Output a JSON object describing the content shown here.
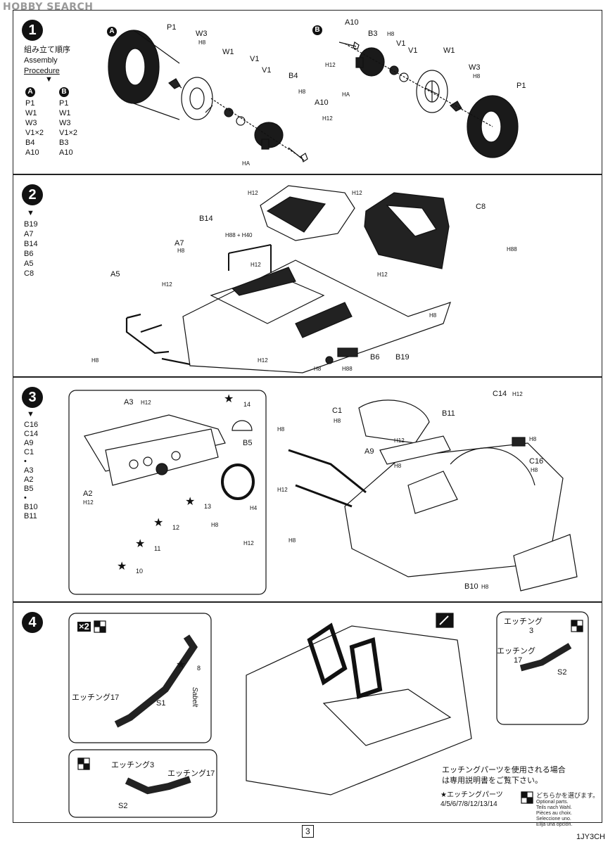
{
  "watermark": "HOBBY SEARCH",
  "step1": {
    "number": "1",
    "sequence_title_jp": "組み立て順序",
    "sequence_title_en1": "Assembly",
    "sequence_title_en2": "Procedure",
    "col_a": [
      "P1",
      "W1",
      "W3",
      "V1×2",
      "B4",
      "A10"
    ],
    "col_b": [
      "P1",
      "W1",
      "W3",
      "V1×2",
      "B3",
      "A10"
    ],
    "badge_a": "A",
    "badge_b": "B",
    "labels": [
      "P1",
      "W3",
      "W1",
      "V1",
      "V1",
      "B4",
      "A10",
      "A10",
      "B3",
      "V1",
      "V1",
      "W1",
      "W3",
      "P1"
    ],
    "tags": [
      "H8",
      "H8",
      "H12",
      "HA",
      "H12",
      "H8",
      "HA",
      "H8"
    ]
  },
  "step2": {
    "number": "2",
    "sequence": [
      "B19",
      "A7",
      "B14",
      "B6",
      "A5",
      "C8"
    ],
    "labels": [
      "B14",
      "A7",
      "A5",
      "C8",
      "B6",
      "B19"
    ],
    "tags": [
      "H12",
      "H12",
      "H88 + H40",
      "H8",
      "H12",
      "H12",
      "H12",
      "H88",
      "H8",
      "H8",
      "H12",
      "H8",
      "H88"
    ]
  },
  "step3": {
    "number": "3",
    "sequence": [
      "C16",
      "C14",
      "A9",
      "C1",
      "•",
      "A3",
      "A2",
      "B5",
      "•",
      "B10",
      "B11"
    ],
    "labels": [
      "A3",
      "B5",
      "A2",
      "C1",
      "B11",
      "A9",
      "C14",
      "C16",
      "B10"
    ],
    "tags": [
      "H12",
      "H12",
      "H4",
      "H8",
      "H12",
      "H8",
      "H8",
      "H12",
      "H12",
      "H8",
      "H8",
      "H12",
      "H8",
      "H8",
      "H8"
    ],
    "decal_numbers": [
      "14",
      "13",
      "12",
      "11",
      "10"
    ]
  },
  "step4": {
    "number": "4",
    "multiplier": "×2",
    "labels": [
      "エッチング17",
      "S1",
      "エッチング3",
      "エッチング17",
      "S2",
      "エッチング",
      "3",
      "エッチング",
      "17",
      "S2"
    ],
    "decal_number": "8",
    "decal_text": "Sabelt",
    "note_line1": "エッチングパーツを使用される場合",
    "note_line2": "は専用説明書をご覧下さい。",
    "etching_parts_title": "★エッチングパーツ",
    "etching_parts_list": "4/5/6/7/8/12/13/14",
    "optional_jp": "どちらかを選びます。",
    "optional_en": [
      "Optional parts.",
      "Teils nach Wahl.",
      "Pièces au choix.",
      "Seleccione uno.",
      "Elija una opción."
    ]
  },
  "footer": {
    "page_number": "3",
    "code": "1JY3CH"
  }
}
